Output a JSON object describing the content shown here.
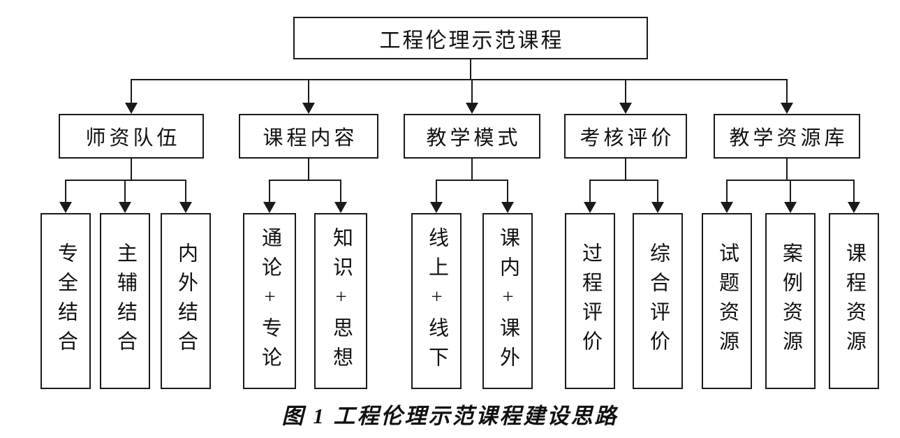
{
  "figure": {
    "root_label": "工程伦理示范课程",
    "branches": [
      {
        "label": "师资队伍",
        "children": [
          "专全结合",
          "主辅结合",
          "内外结合"
        ]
      },
      {
        "label": "课程内容",
        "children": [
          "通论+专论",
          "知识+思想"
        ]
      },
      {
        "label": "教学模式",
        "children": [
          "线上+线下",
          "课内+课外"
        ]
      },
      {
        "label": "考核评价",
        "children": [
          "过程评价",
          "综合评价"
        ]
      },
      {
        "label": "教学资源库",
        "children": [
          "试题资源",
          "案例资源",
          "课程资源"
        ]
      }
    ],
    "caption": "图 1  工程伦理示范课程建设思路"
  },
  "colors": {
    "line": "#1a1a1a",
    "background": "#ffffff",
    "text": "#111111"
  }
}
